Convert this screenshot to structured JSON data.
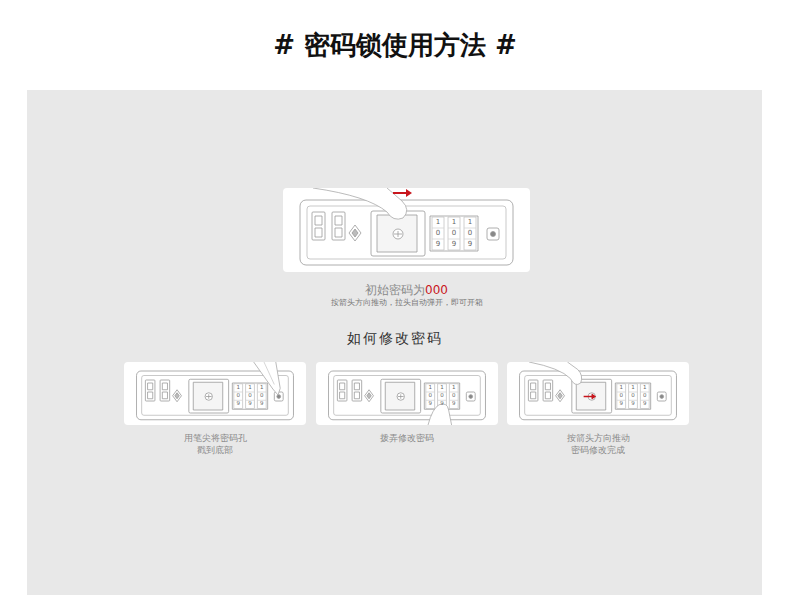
{
  "diagram": {
    "title": "# 密码锁使用方法 #",
    "nodes": [
      {
        "text": [
          "初始密码为",
          "000",
          "按箭头方向推动，拉头自动弹开，即可开箱"
        ]
      },
      {
        "text": [
          "用笔尖将密码孔 戳到底部"
        ]
      },
      {
        "text": [
          "拨弄修改密码"
        ]
      },
      {
        "text": [
          "按箭头方向推动 密码修改完成"
        ]
      }
    ],
    "labels": [
      "如何修改密码",
      "1",
      "1",
      "1",
      "0",
      "0",
      "0",
      "9",
      "9",
      "9",
      "1",
      "1",
      "1",
      "0",
      "0",
      "0",
      "9",
      "9",
      "9",
      "1",
      "1",
      "1",
      "0",
      "0",
      "0",
      "9",
      "9",
      "9",
      "1",
      "1",
      "1",
      "0",
      "0",
      "0",
      "9",
      "9",
      "9"
    ]
  }
}
